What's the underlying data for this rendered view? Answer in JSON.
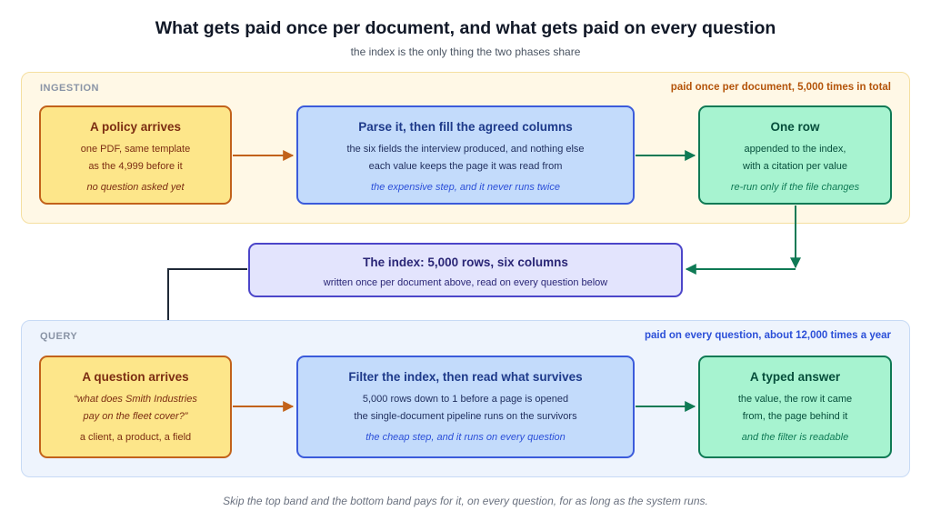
{
  "title": "What gets paid once per document, and what gets paid on every question",
  "subtitle": "the index is the only thing the two phases share",
  "ingestion": {
    "label": "INGESTION",
    "note": "paid once per document, 5,000 times in total",
    "boxes": [
      {
        "title": "A policy arrives",
        "lines": [
          "one PDF, same template",
          "as the 4,999 before it"
        ],
        "italic": "no question asked yet"
      },
      {
        "title": "Parse it, then fill the agreed columns",
        "lines": [
          "the six fields the interview produced, and nothing else",
          "each value keeps the page it was read from"
        ],
        "italic": "the expensive step, and it never runs twice"
      },
      {
        "title": "One row",
        "lines": [
          "appended to the index,",
          "with a citation per value"
        ],
        "italic": "re-run only if the file changes"
      }
    ]
  },
  "index": {
    "title": "The index: 5,000 rows, six columns",
    "line": "written once per document above, read on every question below"
  },
  "query": {
    "label": "QUERY",
    "note": "paid on every question, about 12,000 times a year",
    "boxes": [
      {
        "title": "A question arrives",
        "italic_lines": [
          "“what does Smith Industries",
          "pay on the fleet cover?”"
        ],
        "line": "a client, a product, a field"
      },
      {
        "title": "Filter the index, then read what survives",
        "lines": [
          "5,000 rows down to 1 before a page is opened",
          "the single-document pipeline runs on the survivors"
        ],
        "italic": "the cheap step, and it runs on every question"
      },
      {
        "title": "A typed answer",
        "lines": [
          "the value, the row it came",
          "from, the page behind it"
        ],
        "italic": "and the filter is readable"
      }
    ]
  },
  "footer": "Skip the top band and the bottom band pays for it, on every question, for as long as the system runs.",
  "colors": {
    "ingestion_note": "#b4540a",
    "query_note": "#2b4fd8",
    "arrow_orange": "#c2621a",
    "arrow_green": "#0f7a55",
    "connector_dark": "#1f2937"
  }
}
